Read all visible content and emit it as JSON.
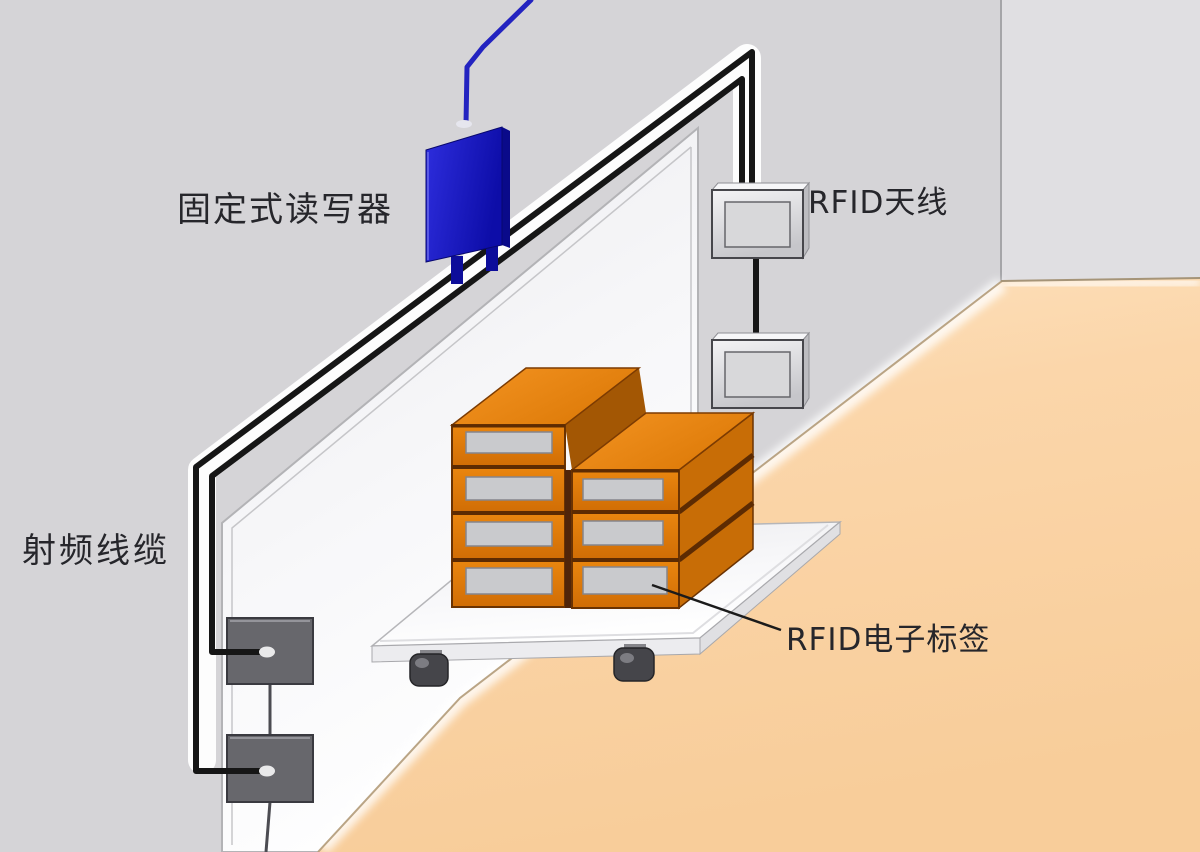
{
  "diagram": {
    "labels": {
      "fixed_reader": "固定式读写器",
      "rfid_antenna": "RFID天线",
      "rf_cable": "射频线缆",
      "rfid_tag": "RFID电子标签"
    },
    "scene": {
      "description": "RFID dock-door portal: fixed reader wired by RF cables to gate antennas reading tags on cartons stacked on a wheeled cart",
      "far_side_antenna_count": 2,
      "near_side_antenna_count": 2,
      "carton_count_left_stack": 4,
      "carton_count_right_stack": 3,
      "cart_wheel_count": 2
    },
    "colors": {
      "wall": "#d5d4d7",
      "wall_right": "#e0dfe2",
      "door": "#fbfbfd",
      "floor": "#f8cd9a",
      "floor_light": "#fde3c0",
      "cable": "#161616",
      "cable_tray": "#ffffff",
      "power_cable_blue": "#2323c0",
      "reader_blue": "#1c1ccc",
      "reader_blue_dark": "#0a0a8a",
      "carton_orange": "#e0800d",
      "carton_side": "#c86d06",
      "carton_band": "#5d2b02",
      "carton_label": "#c9cacd",
      "antenna_inner": "#d8d8da",
      "near_antenna": "#67676c",
      "platform": "#fcfcfd",
      "wheel": "#45454a",
      "label_text": "#26262b"
    }
  }
}
